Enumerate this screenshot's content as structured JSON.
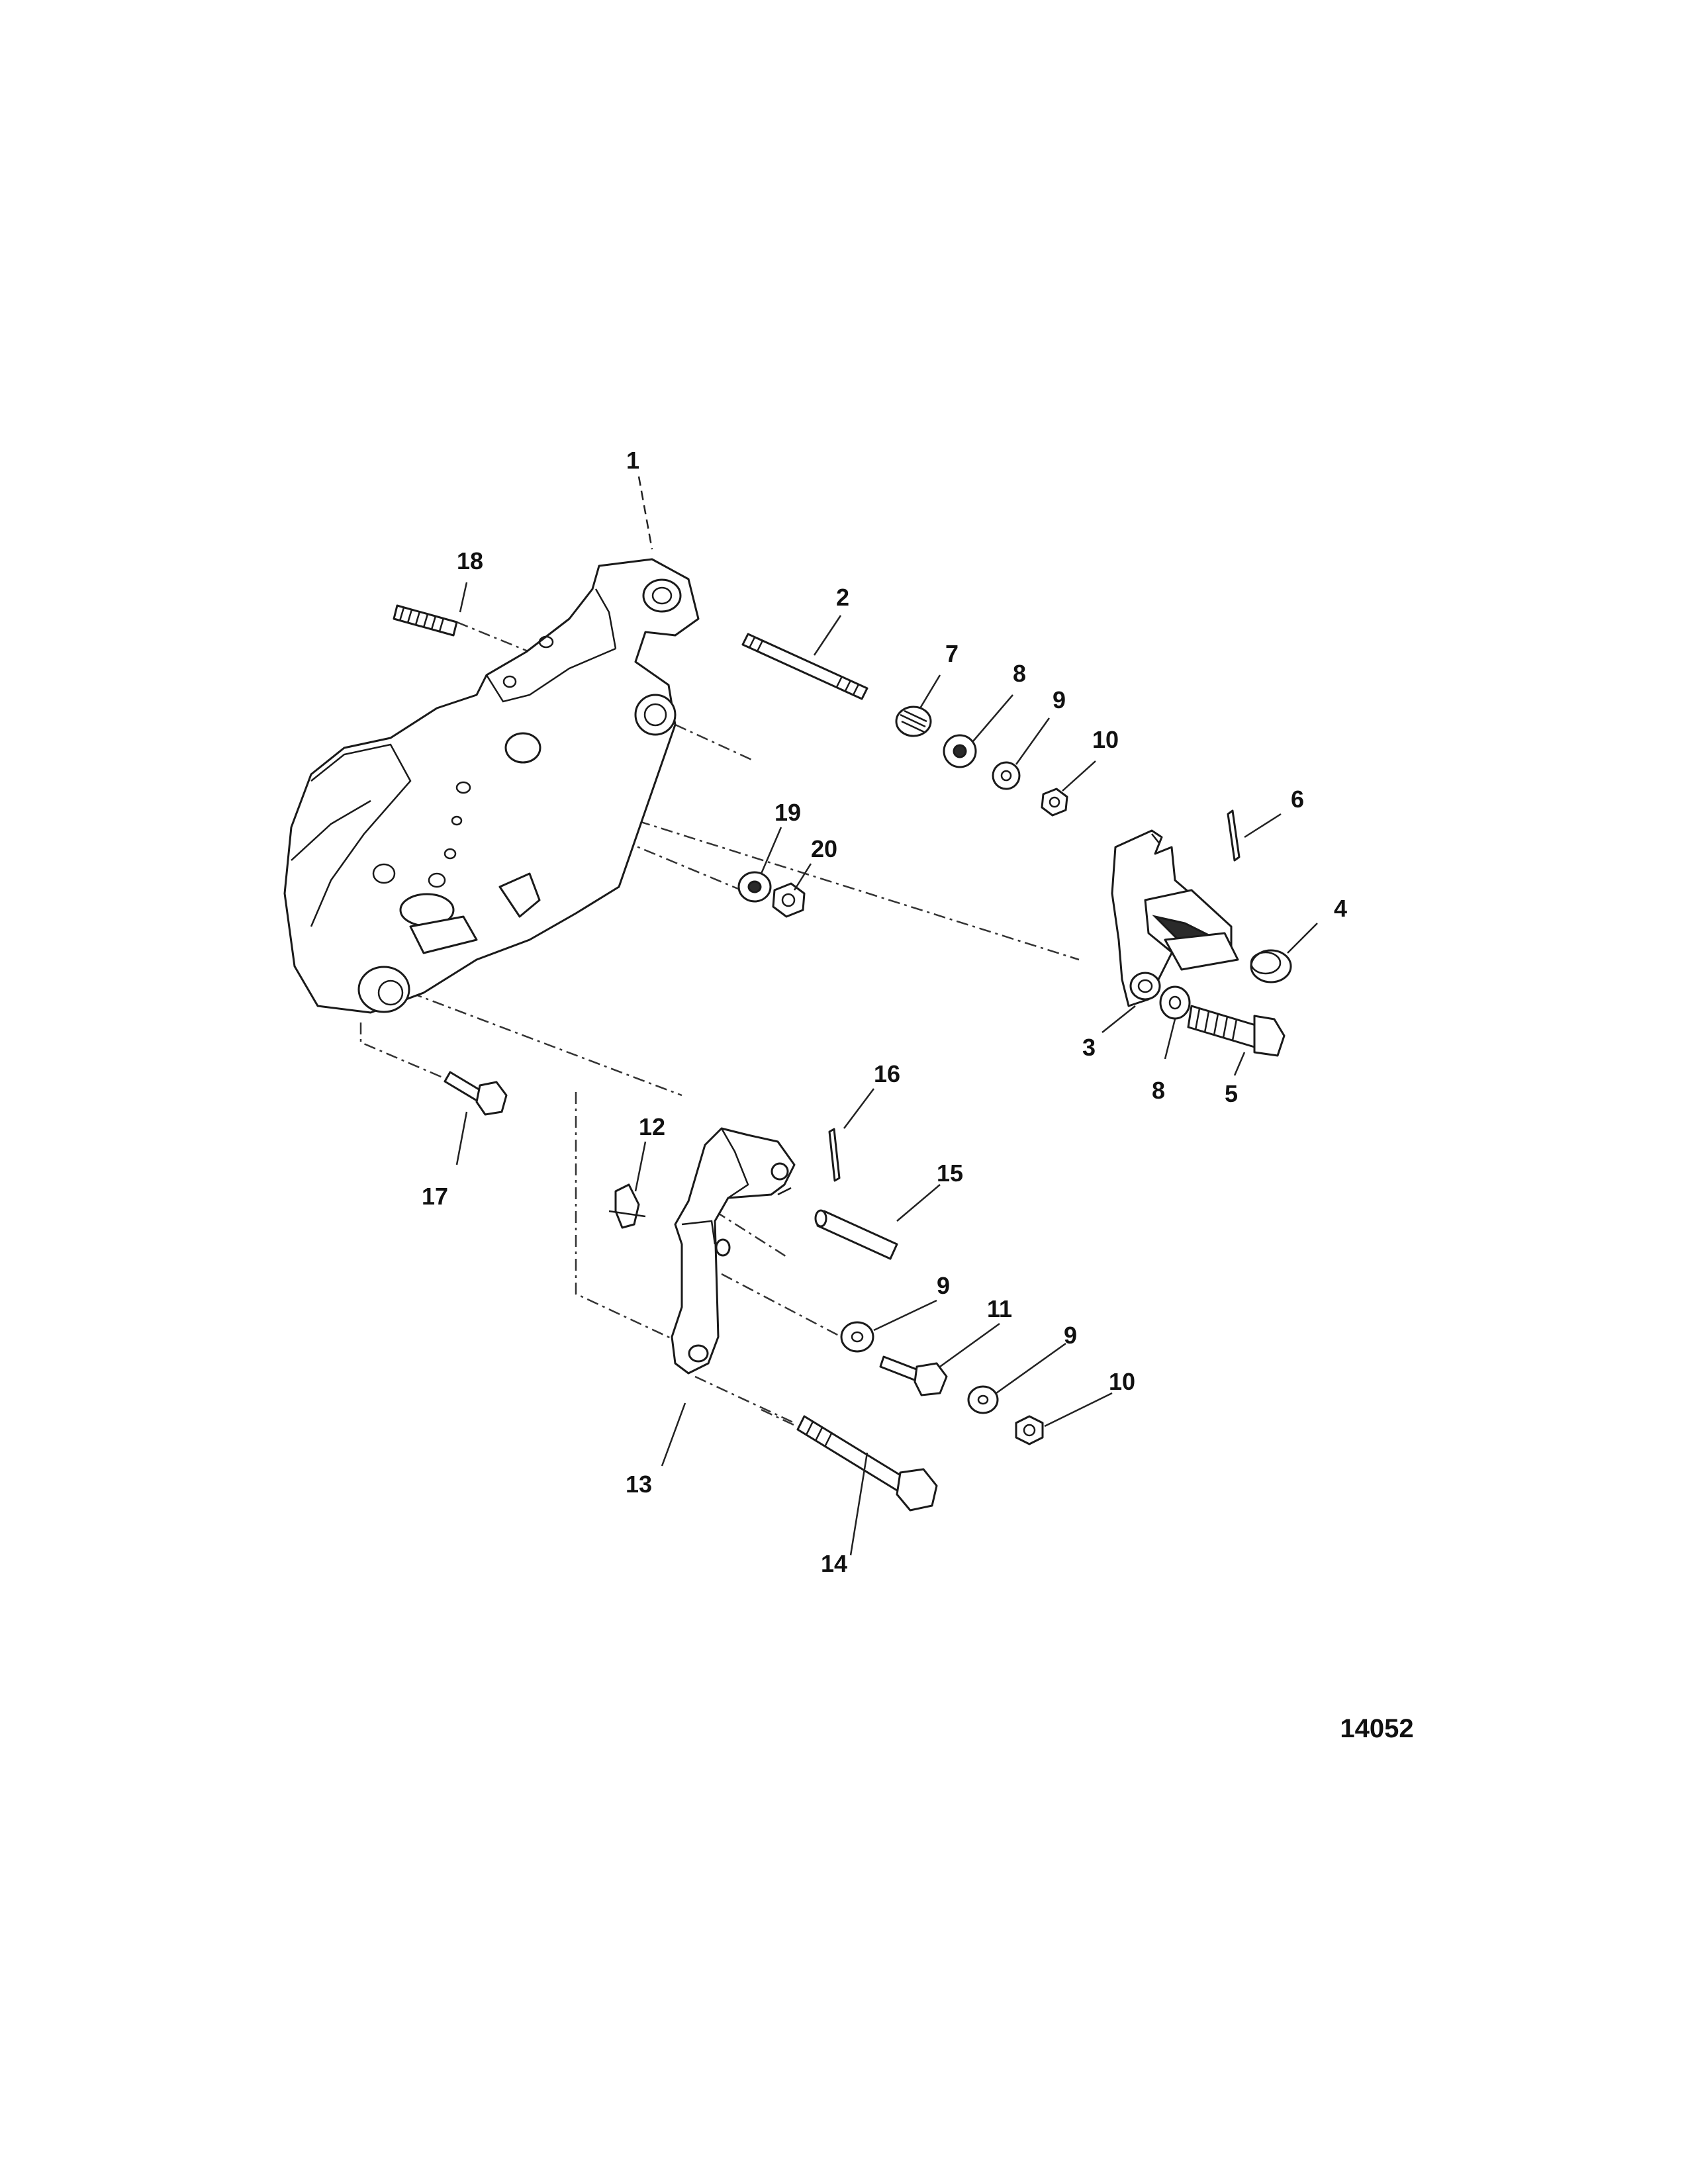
{
  "callouts": {
    "c1": "1",
    "c2": "2",
    "c3": "3",
    "c4": "4",
    "c5": "5",
    "c6": "6",
    "c7": "7",
    "c8a": "8",
    "c8b": "8",
    "c9a": "9",
    "c9b": "9",
    "c9c": "9",
    "c10a": "10",
    "c10b": "10",
    "c11": "11",
    "c12": "12",
    "c13": "13",
    "c14": "14",
    "c15": "15",
    "c16": "16",
    "c17": "17",
    "c18": "18",
    "c19": "19",
    "c20": "20"
  },
  "figure_number": "14052"
}
